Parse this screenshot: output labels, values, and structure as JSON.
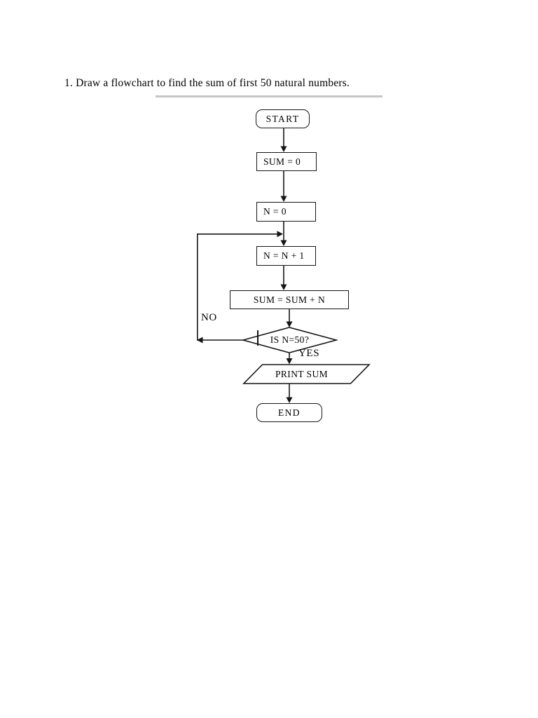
{
  "page": {
    "title": "1. Draw a flowchart to find the sum of first 50 natural numbers."
  },
  "flowchart": {
    "nodes": [
      {
        "type": "terminator",
        "label": "START"
      },
      {
        "type": "process",
        "label": "SUM = 0"
      },
      {
        "type": "process",
        "label": "N = 0"
      },
      {
        "type": "process",
        "label": "N = N + 1"
      },
      {
        "type": "process",
        "label": "SUM = SUM + N"
      },
      {
        "type": "decision",
        "label": "IS N=50?"
      },
      {
        "type": "input-output",
        "label": "PRINT SUM"
      },
      {
        "type": "terminator",
        "label": "END"
      }
    ],
    "edge_labels": {
      "no": "NO",
      "yes": "YES"
    },
    "colors": {
      "background": "#ffffff",
      "line": "#161616",
      "divider": "#c6c6c6",
      "text": "#000000"
    }
  }
}
